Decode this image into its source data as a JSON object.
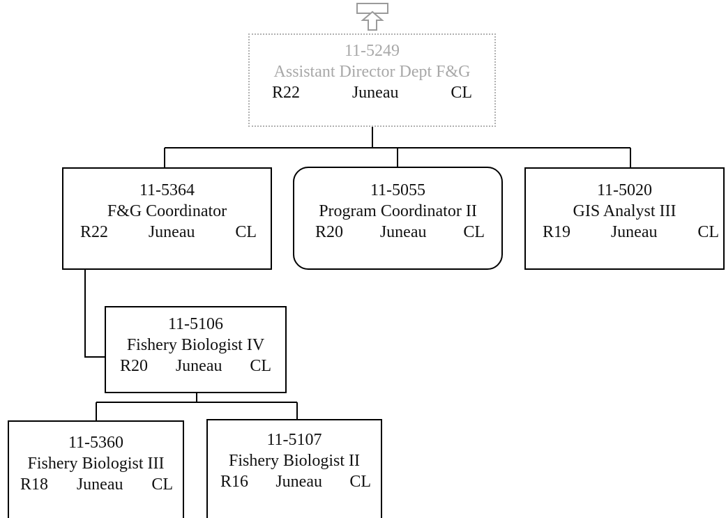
{
  "up_arrow_icon": "up-arrow-icon",
  "positions": {
    "parent": {
      "number": "11-5249",
      "title": "Assistant Director Dept F&G",
      "range": "R22",
      "location": "Juneau",
      "status": "CL"
    },
    "p_5364": {
      "number": "11-5364",
      "title": "F&G Coordinator",
      "range": "R22",
      "location": "Juneau",
      "status": "CL"
    },
    "p_5055": {
      "number": "11-5055",
      "title": "Program Coordinator II",
      "range": "R20",
      "location": "Juneau",
      "status": "CL"
    },
    "p_5020": {
      "number": "11-5020",
      "title": "GIS Analyst III",
      "range": "R19",
      "location": "Juneau",
      "status": "CL"
    },
    "p_5106": {
      "number": "11-5106",
      "title": "Fishery Biologist IV",
      "range": "R20",
      "location": "Juneau",
      "status": "CL"
    },
    "p_5360": {
      "number": "11-5360",
      "title": "Fishery Biologist III",
      "range": "R18",
      "location": "Juneau",
      "status": "CL"
    },
    "p_5107": {
      "number": "11-5107",
      "title": "Fishery Biologist II",
      "range": "R16",
      "location": "Juneau",
      "status": "CL"
    }
  }
}
